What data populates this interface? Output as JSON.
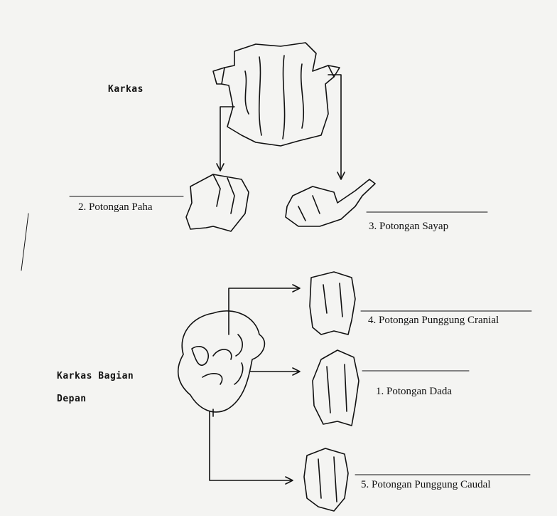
{
  "labels": {
    "karkas": "Karkas",
    "paha": "2.  Potongan Paha",
    "sayap": "3.  Potongan Sayap",
    "cranial": "4.  Potongan Punggung Cranial",
    "dada": "1.  Potongan Dada",
    "caudal": "5.  Potongan Punggung Caudal",
    "depan_line1": "Karkas Bagian",
    "depan_line2": "Depan"
  },
  "colors": {
    "ink": "#111111",
    "paper": "#f4f4f2",
    "bleed": "#d6d6d2"
  }
}
